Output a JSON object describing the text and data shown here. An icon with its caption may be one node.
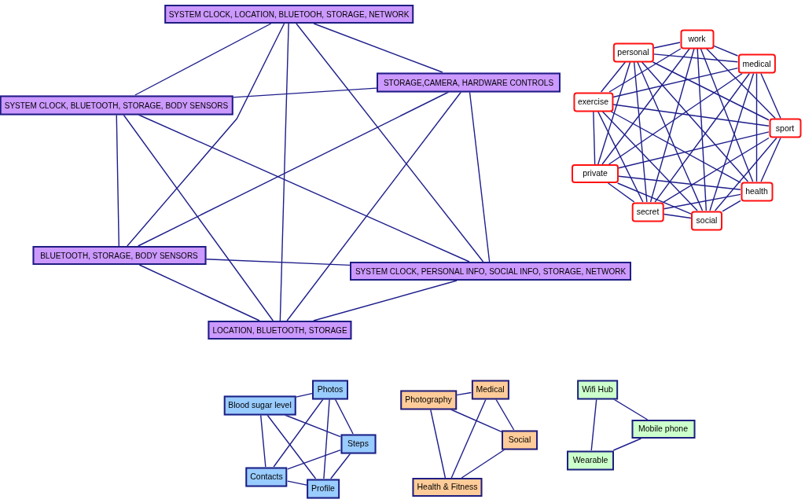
{
  "diagram": {
    "nodes": [
      {
        "text": [
          "SYSTEM CLOCK, LOCATION, BLUETOOH, STORAGE, NETWORK"
        ]
      },
      {
        "text": [
          "STORAGE,CAMERA, HARDWARE CONTROLS"
        ]
      },
      {
        "text": [
          "SYSTEM CLOCK, BLUETOOTH, STORAGE, BODY SENSORS"
        ]
      },
      {
        "text": [
          "BLUETOOTH, STORAGE, BODY SENSORS"
        ]
      },
      {
        "text": [
          "SYSTEM CLOCK, PERSONAL INFO, SOCIAL INFO, STORAGE, NETWORK"
        ]
      },
      {
        "text": [
          "LOCATION, BLUETOOTH, STORAGE"
        ]
      },
      {
        "text": [
          "work"
        ]
      },
      {
        "text": [
          "personal"
        ]
      },
      {
        "text": [
          "medical"
        ]
      },
      {
        "text": [
          "exercise"
        ]
      },
      {
        "text": [
          "sport"
        ]
      },
      {
        "text": [
          "private"
        ]
      },
      {
        "text": [
          "health"
        ]
      },
      {
        "text": [
          "secret"
        ]
      },
      {
        "text": [
          "social"
        ]
      },
      {
        "text": [
          "Photos"
        ]
      },
      {
        "text": [
          "Blood sugar level"
        ]
      },
      {
        "text": [
          "Steps"
        ]
      },
      {
        "text": [
          "Contacts"
        ]
      },
      {
        "text": [
          "Profile"
        ]
      },
      {
        "text": [
          "Photography"
        ]
      },
      {
        "text": [
          "Medical"
        ]
      },
      {
        "text": [
          "Social"
        ]
      },
      {
        "text": [
          "Health & Fitness"
        ]
      },
      {
        "text": [
          "Wifi Hub"
        ]
      },
      {
        "text": [
          "Mobile phone"
        ]
      },
      {
        "text": [
          "Wearable"
        ]
      }
    ],
    "edges": [
      {
        "from": 0,
        "to": 1,
        "arrow": "none"
      },
      {
        "from": 0,
        "to": 2,
        "arrow": "none"
      },
      {
        "from": 0,
        "to": 3,
        "arrow": "none"
      },
      {
        "from": 0,
        "to": 4,
        "arrow": "none"
      },
      {
        "from": 0,
        "to": 5,
        "arrow": "none"
      },
      {
        "from": 1,
        "to": 2,
        "arrow": "none"
      },
      {
        "from": 1,
        "to": 3,
        "arrow": "none"
      },
      {
        "from": 1,
        "to": 4,
        "arrow": "none"
      },
      {
        "from": 1,
        "to": 5,
        "arrow": "none"
      },
      {
        "from": 2,
        "to": 3,
        "arrow": "none"
      },
      {
        "from": 2,
        "to": 4,
        "arrow": "none"
      },
      {
        "from": 2,
        "to": 5,
        "arrow": "none"
      },
      {
        "from": 3,
        "to": 4,
        "arrow": "none"
      },
      {
        "from": 3,
        "to": 5,
        "arrow": "none"
      },
      {
        "from": 4,
        "to": 5,
        "arrow": "none"
      },
      {
        "from": 6,
        "to": 7,
        "arrow": "none"
      },
      {
        "from": 6,
        "to": 8,
        "arrow": "none"
      },
      {
        "from": 6,
        "to": 9,
        "arrow": "none"
      },
      {
        "from": 6,
        "to": 10,
        "arrow": "none"
      },
      {
        "from": 6,
        "to": 11,
        "arrow": "none"
      },
      {
        "from": 6,
        "to": 12,
        "arrow": "none"
      },
      {
        "from": 6,
        "to": 13,
        "arrow": "none"
      },
      {
        "from": 6,
        "to": 14,
        "arrow": "none"
      },
      {
        "from": 7,
        "to": 8,
        "arrow": "none"
      },
      {
        "from": 7,
        "to": 9,
        "arrow": "none"
      },
      {
        "from": 7,
        "to": 10,
        "arrow": "none"
      },
      {
        "from": 7,
        "to": 11,
        "arrow": "none"
      },
      {
        "from": 7,
        "to": 12,
        "arrow": "none"
      },
      {
        "from": 7,
        "to": 13,
        "arrow": "none"
      },
      {
        "from": 7,
        "to": 14,
        "arrow": "none"
      },
      {
        "from": 8,
        "to": 9,
        "arrow": "none"
      },
      {
        "from": 8,
        "to": 10,
        "arrow": "none"
      },
      {
        "from": 8,
        "to": 11,
        "arrow": "none"
      },
      {
        "from": 8,
        "to": 12,
        "arrow": "none"
      },
      {
        "from": 8,
        "to": 13,
        "arrow": "none"
      },
      {
        "from": 8,
        "to": 14,
        "arrow": "none"
      },
      {
        "from": 9,
        "to": 10,
        "arrow": "none"
      },
      {
        "from": 9,
        "to": 11,
        "arrow": "none"
      },
      {
        "from": 9,
        "to": 12,
        "arrow": "none"
      },
      {
        "from": 9,
        "to": 13,
        "arrow": "none"
      },
      {
        "from": 9,
        "to": 14,
        "arrow": "none"
      },
      {
        "from": 10,
        "to": 11,
        "arrow": "none"
      },
      {
        "from": 10,
        "to": 12,
        "arrow": "none"
      },
      {
        "from": 10,
        "to": 13,
        "arrow": "none"
      },
      {
        "from": 10,
        "to": 14,
        "arrow": "none"
      },
      {
        "from": 11,
        "to": 12,
        "arrow": "none"
      },
      {
        "from": 11,
        "to": 13,
        "arrow": "none"
      },
      {
        "from": 11,
        "to": 14,
        "arrow": "none"
      },
      {
        "from": 12,
        "to": 13,
        "arrow": "none"
      },
      {
        "from": 12,
        "to": 14,
        "arrow": "none"
      },
      {
        "from": 13,
        "to": 14,
        "arrow": "none"
      },
      {
        "from": 15,
        "to": 16,
        "arrow": "none"
      },
      {
        "from": 15,
        "to": 17,
        "arrow": "none"
      },
      {
        "from": 15,
        "to": 18,
        "arrow": "none"
      },
      {
        "from": 15,
        "to": 19,
        "arrow": "none"
      },
      {
        "from": 16,
        "to": 17,
        "arrow": "none"
      },
      {
        "from": 16,
        "to": 18,
        "arrow": "none"
      },
      {
        "from": 16,
        "to": 19,
        "arrow": "none"
      },
      {
        "from": 17,
        "to": 18,
        "arrow": "none"
      },
      {
        "from": 17,
        "to": 19,
        "arrow": "none"
      },
      {
        "from": 18,
        "to": 19,
        "arrow": "none"
      },
      {
        "from": 20,
        "to": 21,
        "arrow": "none"
      },
      {
        "from": 20,
        "to": 22,
        "arrow": "none"
      },
      {
        "from": 20,
        "to": 23,
        "arrow": "none"
      },
      {
        "from": 21,
        "to": 22,
        "arrow": "none"
      },
      {
        "from": 21,
        "to": 23,
        "arrow": "none"
      },
      {
        "from": 22,
        "to": 23,
        "arrow": "none"
      },
      {
        "from": 24,
        "to": 25,
        "arrow": "none"
      },
      {
        "from": 24,
        "to": 26,
        "arrow": "none"
      },
      {
        "from": 25,
        "to": 26,
        "arrow": "none"
      }
    ]
  }
}
